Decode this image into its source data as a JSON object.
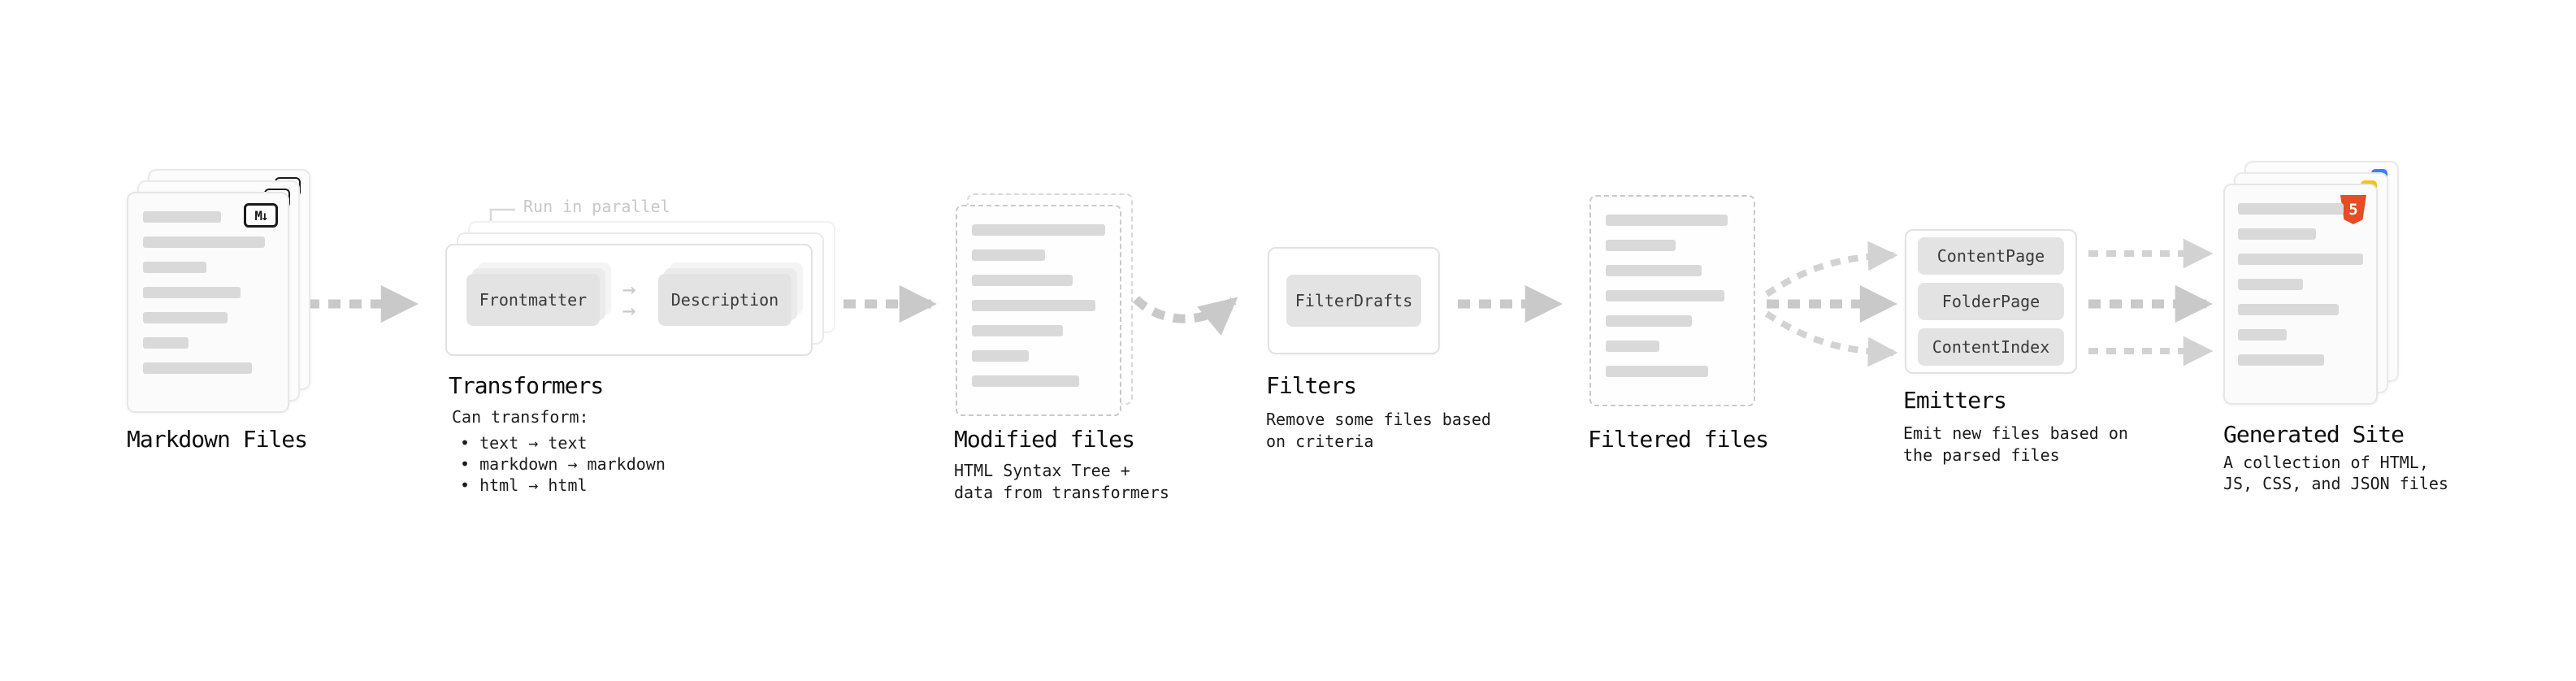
{
  "colors": {
    "arrow": "#c9c9c9",
    "arrow_light": "#d2d2d2",
    "card_border": "#e6e6e6",
    "dashed_border": "#c9c9c9",
    "skeleton_bar": "#d9d9d9",
    "node_bg": "#e3e3e3",
    "heading_text": "#0d0d0d",
    "muted_text": "#c8c8c8",
    "html5_orange": "#e44d26",
    "js_yellow": "#f0c419",
    "css_blue": "#3b82f6"
  },
  "stages": {
    "markdown_files": {
      "heading": "Markdown Files",
      "icon_label": "M↓"
    },
    "transformers": {
      "heading": "Transformers",
      "parallel_note": "Run in parallel",
      "node_a": "Frontmatter",
      "node_b": "Description",
      "desc_title": "Can transform:",
      "bullets": [
        "• text → text",
        "• markdown → markdown",
        "• html → html"
      ]
    },
    "modified_files": {
      "heading": "Modified files",
      "desc_lines": [
        "HTML Syntax Tree +",
        "data from transformers"
      ]
    },
    "filters": {
      "heading": "Filters",
      "node": "FilterDrafts",
      "desc_lines": [
        "Remove some files based",
        "on criteria"
      ]
    },
    "filtered_files": {
      "heading": "Filtered files"
    },
    "emitters": {
      "heading": "Emitters",
      "nodes": [
        "ContentPage",
        "FolderPage",
        "ContentIndex"
      ],
      "desc_lines": [
        "Emit new files based on",
        "the parsed files"
      ]
    },
    "generated_site": {
      "heading": "Generated Site",
      "icon_label": "5",
      "desc_lines": [
        "A collection of HTML,",
        "JS, CSS, and JSON files"
      ]
    }
  },
  "icons": {
    "inner_flow_arrow": "→"
  }
}
